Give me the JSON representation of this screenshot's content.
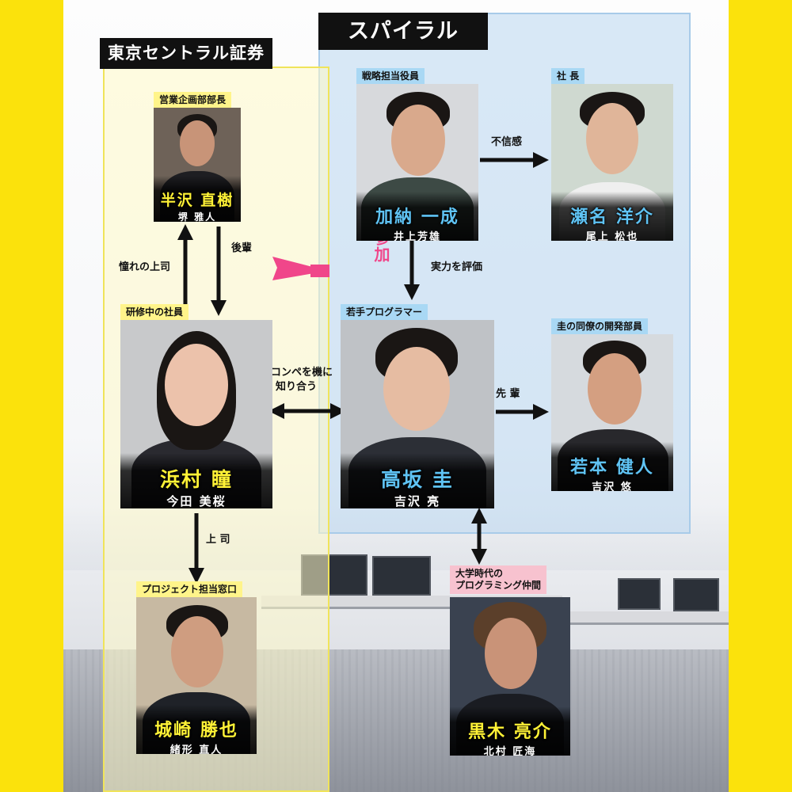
{
  "groups": {
    "tokyo": "東京セントラル証券",
    "spiral": "スパイラル"
  },
  "characters": {
    "hanzawa": {
      "role": "営業企画部部長",
      "name": "半沢 直樹",
      "actor": "堺 雅人"
    },
    "kano": {
      "role": "戦略担当役員",
      "name": "加納 一成",
      "actor": "井上芳雄"
    },
    "sena": {
      "role": "社 長",
      "name": "瀬名 洋介",
      "actor": "尾上 松也"
    },
    "hamamura": {
      "role": "研修中の社員",
      "name": "浜村 瞳",
      "actor": "今田 美桜"
    },
    "takasaka": {
      "role": "若手プログラマー",
      "name": "高坂 圭",
      "actor": "吉沢 亮"
    },
    "wakamoto": {
      "role": "圭の同僚の開発部員",
      "name": "若本 健人",
      "actor": "吉沢 悠"
    },
    "shirosaki": {
      "role": "プロジェクト担当窓口",
      "name": "城崎 勝也",
      "actor": "緒形 直人"
    },
    "kuroki": {
      "role_line1": "大学時代の",
      "role_line2": "プログラミング仲間",
      "name": "黒木 亮介",
      "actor": "北村 匠海"
    }
  },
  "relations": {
    "distrust": "不信感",
    "junior": "後輩",
    "admired_boss": "憧れの上司",
    "evaluates": "実力を評価",
    "compe_join": "コンペに参加",
    "met_line1": "コンペを機に",
    "met_line2": "知り合う",
    "senior": "先 輩",
    "boss": "上 司"
  },
  "colors": {
    "background": "#fbe20c",
    "tokyo_name": "#fff236",
    "spiral_name": "#5fc3f4",
    "compe_arrow": "#f0468a"
  }
}
